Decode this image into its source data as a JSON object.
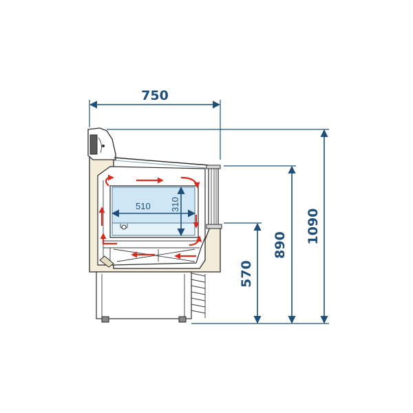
{
  "diagram": {
    "dimensions": {
      "width_top": "750",
      "height_total": "1090",
      "height_counter": "890",
      "height_base": "570",
      "tray_width": "510",
      "tray_height": "310"
    },
    "colors": {
      "dimension": "#1f4f78",
      "body_fill": "#f3ecd9",
      "glass_fill": "#cfe7f5",
      "airflow": "#d9281c",
      "outline": "#2a2a2a"
    }
  }
}
